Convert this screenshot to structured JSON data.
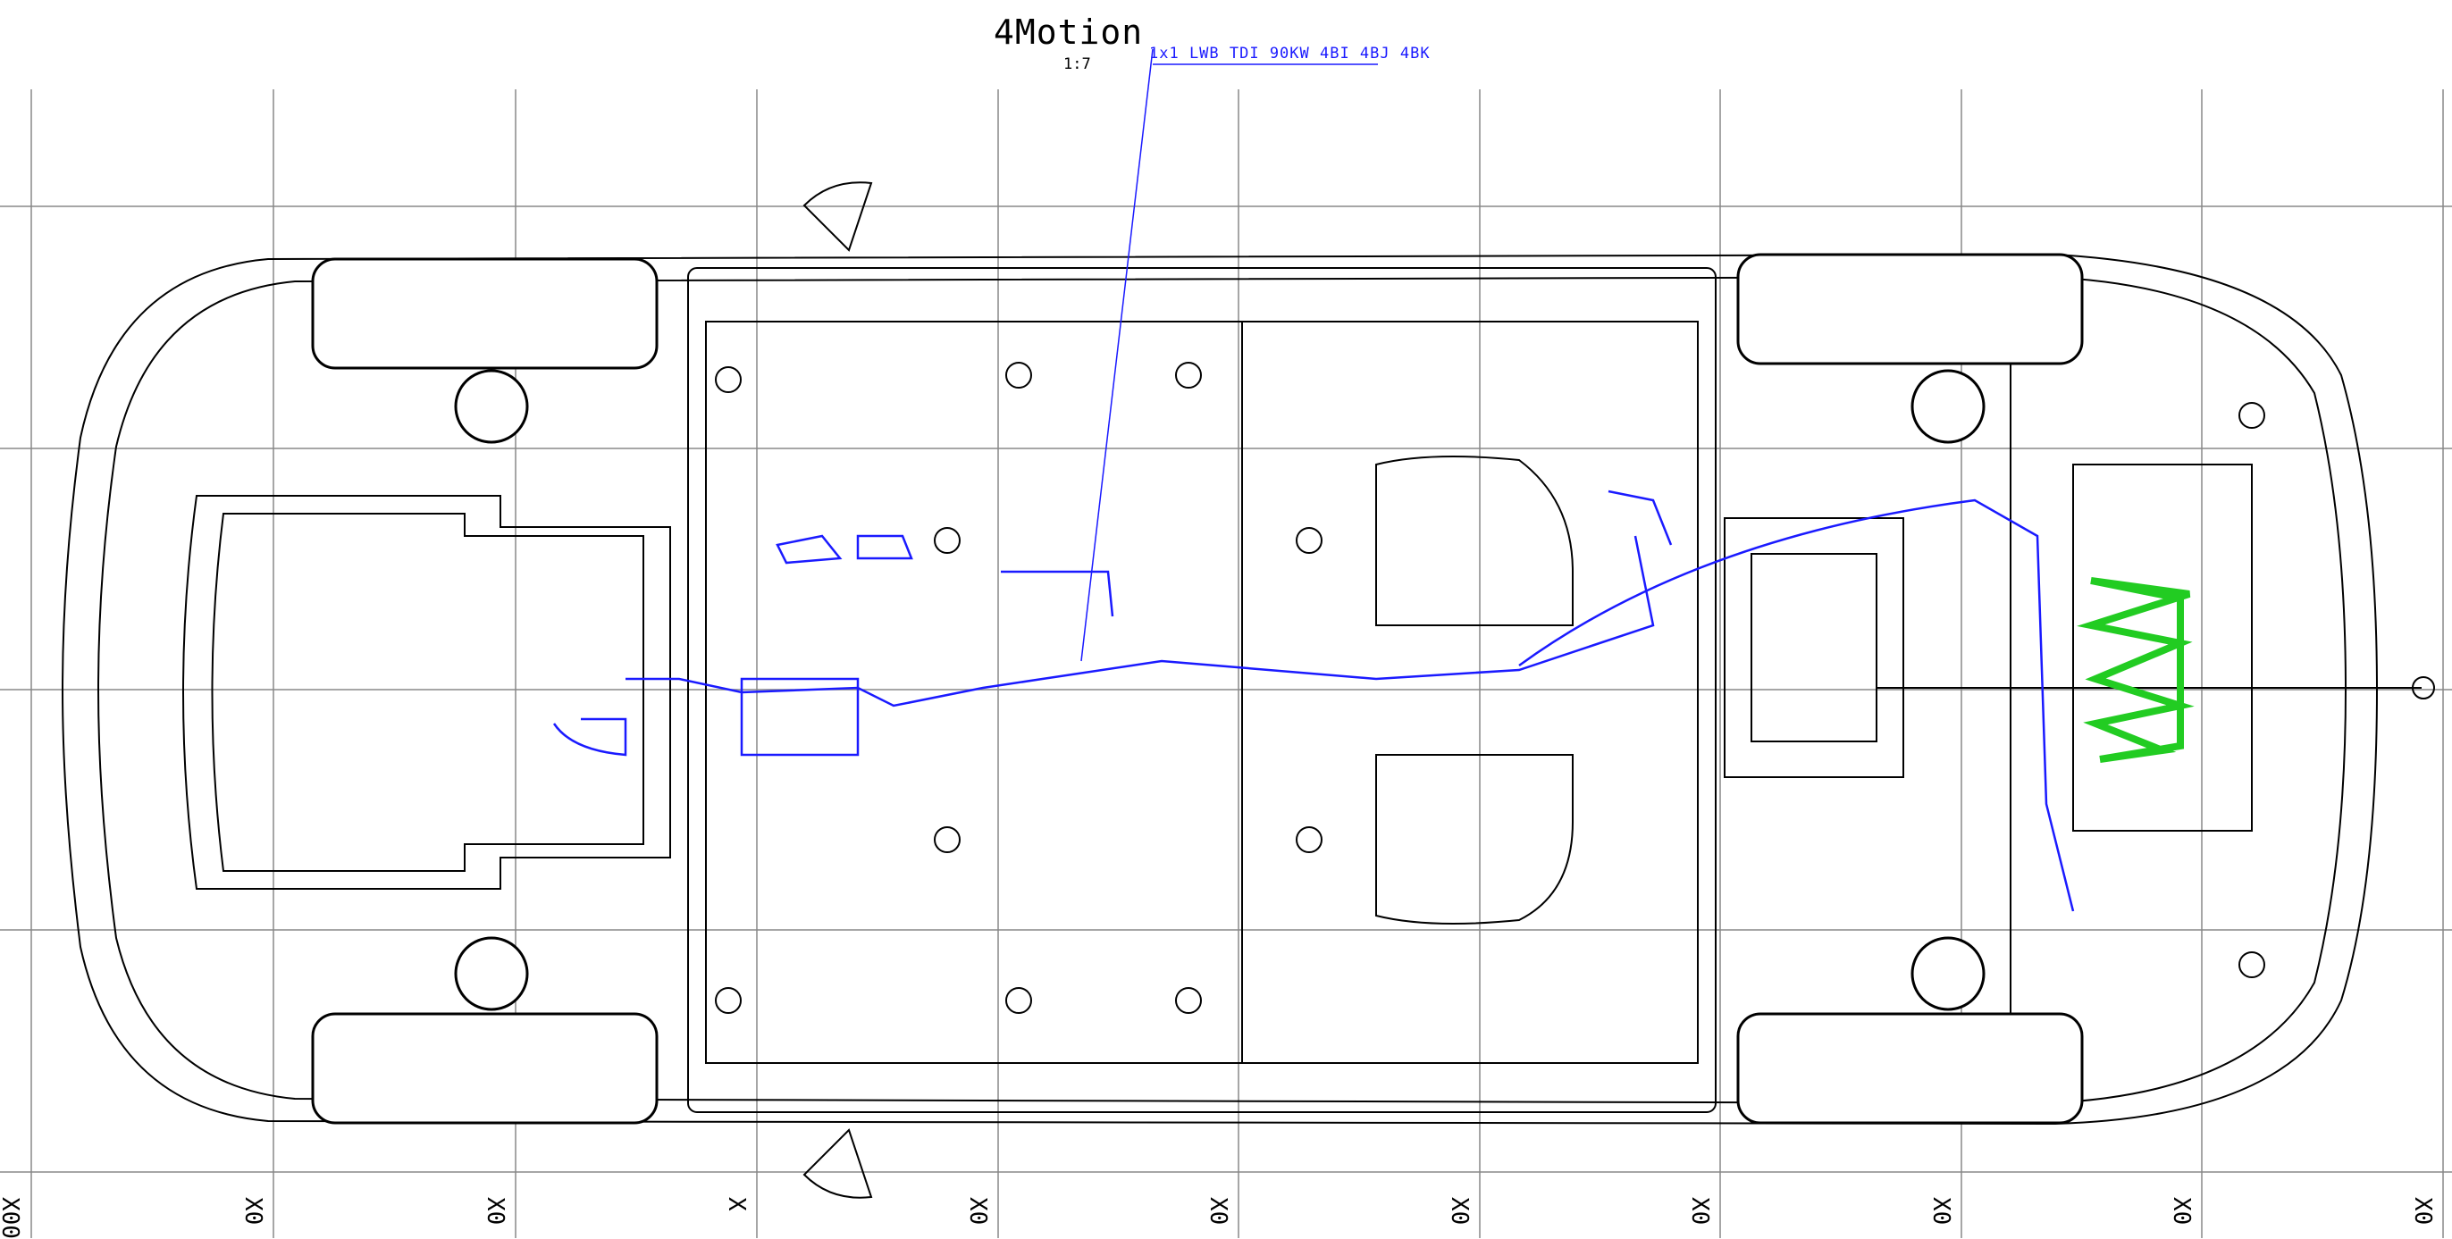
{
  "drawing": {
    "title": "4Motion",
    "scale": "1:7",
    "variant_callout": "1x1 LWB TDI 90KW 4BI 4BJ 4BK",
    "colors": {
      "lines": "#000000",
      "grid": "#777777",
      "callout": "#1a1aff",
      "highlight": "#22cc22"
    },
    "grid_labels": [
      "X00",
      "X0",
      "X0",
      "X",
      "X0",
      "X0",
      "X0",
      "X0",
      "X0",
      "X0",
      "X0"
    ]
  }
}
